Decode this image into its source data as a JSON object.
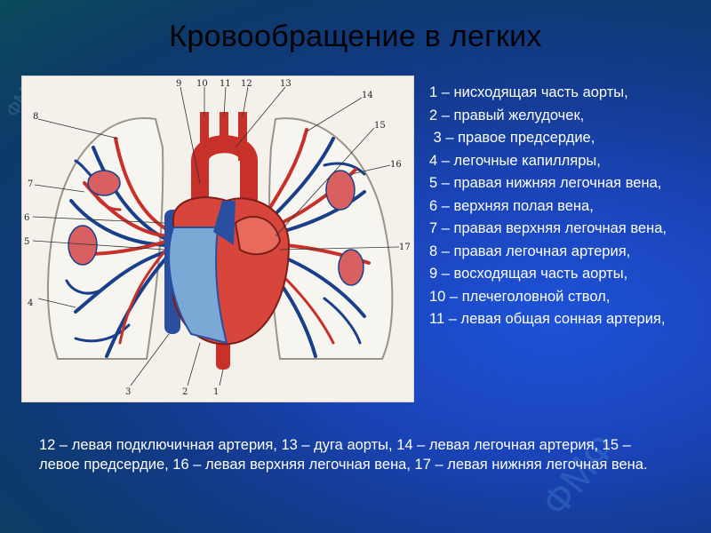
{
  "title": "Кровообращение в легких",
  "legend": [
    "1 – нисходящая часть аорты,",
    "2 – правый желудочек,",
    " 3 – правое предсердие,",
    "4 – легочные капилляры,",
    "5 – правая нижняя легочная вена,",
    "6 – верхняя полая вена,",
    "7 – правая верхняя легочная вена,",
    "8 – правая легочная артерия,",
    "9 – восходящая часть аорты,",
    "10 – плечеголовной ствол,",
    "11 – левая общая сонная артерия,"
  ],
  "bottom_text": "12 – левая подключичная артерия, 13 – дуга аорты, 14 – левая легочная артерия, 15 – левое предсердие, 16 – левая верхняя легочная вена, 17 – левая нижняя легочная вена.",
  "figure": {
    "labels": [
      "1",
      "2",
      "3",
      "4",
      "5",
      "6",
      "7",
      "8",
      "9",
      "10",
      "11",
      "12",
      "13",
      "14",
      "15",
      "16",
      "17"
    ],
    "artery_color": "#c8302a",
    "vein_color": "#1a3f8a",
    "heart_color": "#d8453a",
    "atrium_color": "#7aa9d6"
  },
  "watermark": {
    "main": "ФМФ",
    "small": "ФМФ"
  }
}
